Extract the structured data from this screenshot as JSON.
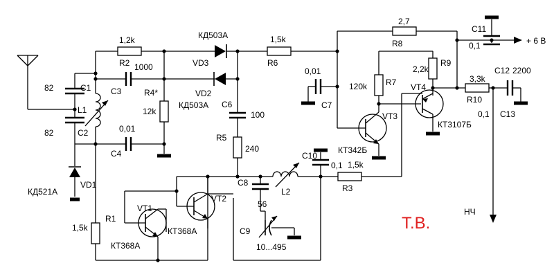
{
  "colors": {
    "signature": "#e02020",
    "wire": "#000000"
  },
  "labels": {
    "c1": "C1",
    "c1_val": "82",
    "c2": "C2",
    "c2_val": "82",
    "l1": "L1",
    "vd1": "VD1",
    "vd1_type": "КД521А",
    "r1": "R1",
    "r1_val": "1,5k",
    "r2": "R2",
    "r2_val": "1,2k",
    "c3": "C3",
    "c3_val": "1000",
    "r4": "R4*",
    "r4_val": "12k",
    "c4": "C4",
    "c4_val": "0,01",
    "vd3": "VD3",
    "vd3_type": "КД503А",
    "vd2": "VD2",
    "vd2_type": "КД503А",
    "c6": "C6",
    "c6_val": "100",
    "r5": "R5",
    "r5_val": "240",
    "r6": "R6",
    "r6_val": "1,5k",
    "c7": "C7",
    "c7_val": "0,01",
    "r7": "R7",
    "r7_val": "120k",
    "r8": "R8",
    "r8_val": "2,7",
    "c11": "C11",
    "c11_val": "0,1",
    "supply": "+ 6 В",
    "r9": "R9",
    "r9_val": "2,2k",
    "vt4": "VT4",
    "vt4_type": "КТ3107Б",
    "vt3": "VT3",
    "vt3_type": "КТ342Б",
    "r10": "R10",
    "r10_val": "3,3k",
    "c12": "C12",
    "c12_val": "2200",
    "c13": "C13",
    "c13_val": "0,1",
    "c10": "C10",
    "c10_val": "0,1",
    "r3": "R3",
    "r3_val": "1,5k",
    "c8": "C8",
    "c8_val": "56",
    "l2": "L2",
    "c9": "C9",
    "c9_val": "10...495",
    "vt1": "VT1",
    "vt1_type": "КТ368А",
    "vt2": "VT2",
    "vt2_type": "КТ368А",
    "output": "НЧ",
    "signature": "Т.В."
  }
}
